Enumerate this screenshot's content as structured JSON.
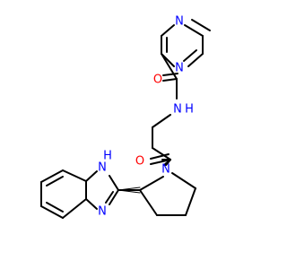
{
  "colors": {
    "background": "#ffffff",
    "bond": "#000000",
    "nitrogen": "#0000ff",
    "oxygen": "#ff0000",
    "carbon": "#000000"
  },
  "atoms": {
    "pyrazine_n_top": {
      "label": "N",
      "color": "nitrogen"
    },
    "pyrazine_n_mid": {
      "label": "N",
      "color": "nitrogen"
    },
    "amide_o": {
      "label": "O",
      "color": "oxygen"
    },
    "amide_n": {
      "label": "H\nN",
      "text": "N",
      "h": "H",
      "color": "nitrogen"
    },
    "ketone_o": {
      "label": "O",
      "color": "oxygen"
    },
    "pyrrolidine_n": {
      "label": "N",
      "color": "nitrogen"
    },
    "imidazole_nh": {
      "text": "N",
      "h": "H",
      "color": "nitrogen"
    },
    "imidazole_n": {
      "label": "N",
      "color": "nitrogen"
    }
  }
}
